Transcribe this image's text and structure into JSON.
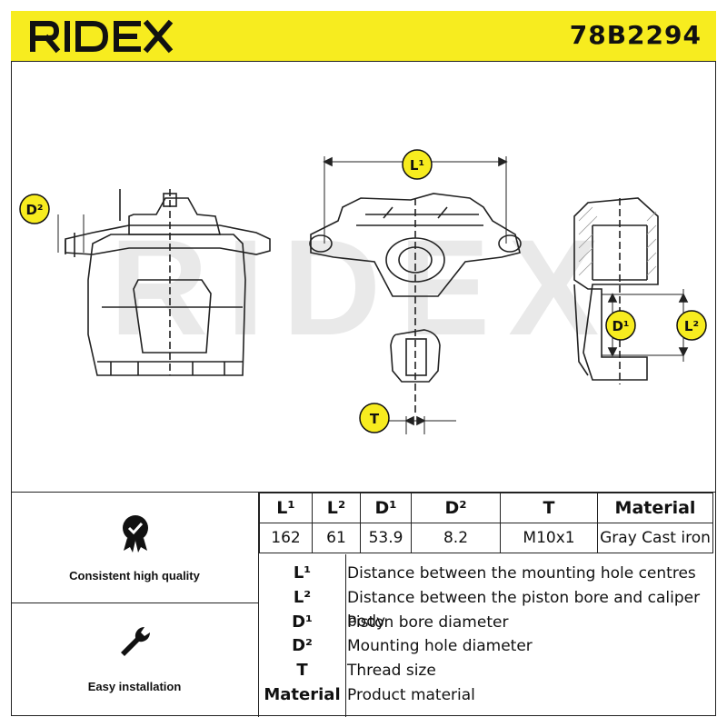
{
  "header": {
    "brand": "RIDEX",
    "part_number": "78B2294",
    "color": "#f7ec1f"
  },
  "drawing": {
    "watermark": "RIDEX",
    "callouts": {
      "d2": "D²",
      "l1": "L¹",
      "t": "T",
      "d1": "D¹",
      "l2": "L²"
    }
  },
  "badges": {
    "quality": {
      "icon": "badge-check-icon",
      "label": "Consistent high quality"
    },
    "installation": {
      "icon": "wrench-icon",
      "label": "Easy installation"
    }
  },
  "spec_table": {
    "headers": [
      "L¹",
      "L²",
      "D¹",
      "D²",
      "T",
      "Material"
    ],
    "values": [
      "162",
      "61",
      "53.9",
      "8.2",
      "M10x1",
      "Gray Cast iron"
    ]
  },
  "legend": [
    {
      "symbol": "L¹",
      "description": "Distance between the mounting hole centres"
    },
    {
      "symbol": "L²",
      "description": "Distance between the piston bore and caliper body"
    },
    {
      "symbol": "D¹",
      "description": "Piston bore diameter"
    },
    {
      "symbol": "D²",
      "description": "Mounting hole diameter"
    },
    {
      "symbol": "T",
      "description": "Thread size"
    },
    {
      "symbol": "Material",
      "description": "Product material"
    }
  ]
}
